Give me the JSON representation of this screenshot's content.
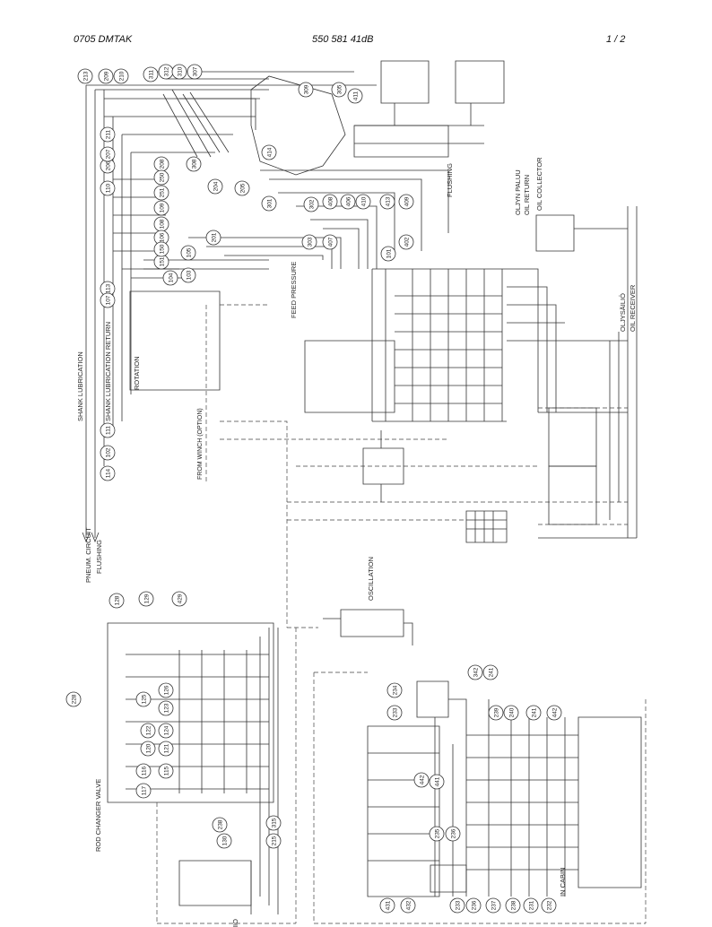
{
  "header": {
    "left": "0705  DMTAK",
    "center": "550 581 41dB",
    "right": "1 /  2"
  },
  "labels": {
    "shank_lubrication": "SHANK LUBRICATION",
    "shank_lubrication_return": "SHANK LUBRICATION RETURN",
    "pneum_circuit": "PNEUM. CIRCUIT",
    "flushing_left": "FLUSHING",
    "flushing_top": "FLUSHING",
    "rotation": "ROTATION",
    "from_winch": "FROM WINCH (OPTION)",
    "feed_pressure": "FEED PRESSURE",
    "oilvpaluu": "OLJYN PALUU",
    "oil_return": "OIL RETURN",
    "oil_collector": "OIL COLLECTOR",
    "oljysailio": "OLJYSÄILIÖ",
    "oil_receiver": "OIL RECEIVER",
    "oscillation": "OSCILLATION",
    "rod_changer": "ROD CHANGER VALVE",
    "oil_heating": "OIL HEATING",
    "in_cabin": "IN CABIN"
  },
  "bubbles": {
    "b1": "213",
    "b2": "209",
    "b3": "210",
    "b4": "311",
    "b5": "312",
    "b6": "310",
    "b7": "307",
    "b8": "309",
    "b9": "305",
    "b10": "411",
    "b11": "211",
    "b12": "206",
    "b13": "207",
    "b14": "414",
    "b15": "110",
    "b16": "208",
    "b17": "308",
    "b18": "250",
    "b19": "204",
    "b20": "205",
    "b21": "251",
    "b22": "109",
    "b23": "108",
    "b24": "106",
    "b25": "151",
    "b26": "150",
    "b27": "103",
    "b28": "105",
    "b29": "104",
    "b30": "302",
    "b31": "408",
    "b32": "406",
    "b33": "410",
    "b34": "413",
    "b35": "409",
    "b36": "301",
    "b37": "303",
    "b38": "407",
    "b39": "402",
    "b40": "201",
    "b41": "101",
    "b42": "113",
    "b43": "107",
    "b44": "111",
    "b45": "102",
    "b46": "114",
    "b47": "128",
    "b48": "129",
    "b49": "429",
    "b50": "228",
    "b51": "125",
    "b52": "126",
    "b53": "123",
    "b54": "124",
    "b55": "122",
    "b56": "120",
    "b57": "121",
    "b58": "116",
    "b59": "115",
    "b60": "117",
    "b61": "130",
    "b62": "238",
    "b63": "315",
    "b64": "215",
    "b65": "234",
    "b66": "233",
    "b67": "342",
    "b68": "241",
    "b69": "239",
    "b70": "240",
    "b71": "241",
    "b72": "442",
    "b73": "442",
    "b74": "441",
    "b75": "235",
    "b76": "236",
    "b77": "431",
    "b78": "432",
    "b79": "233",
    "b80": "236",
    "b81": "237",
    "b82": "238",
    "b83": "231",
    "b84": "232"
  }
}
